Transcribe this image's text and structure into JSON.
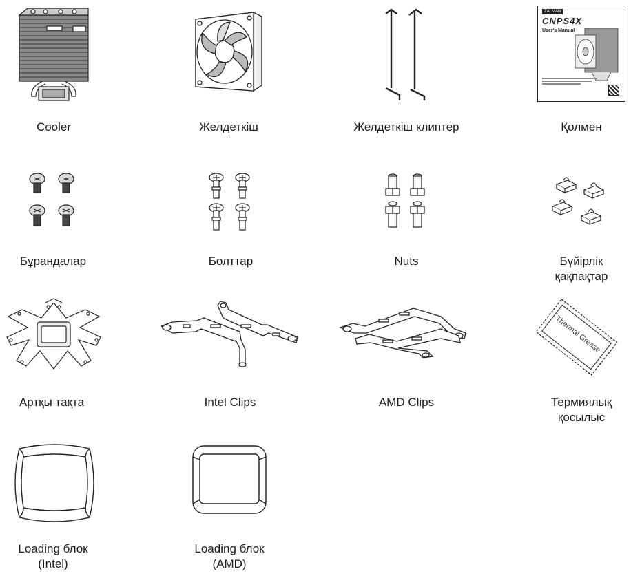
{
  "parts": [
    {
      "id": "cooler",
      "label": [
        "Cooler"
      ]
    },
    {
      "id": "fan",
      "label": [
        "Желдеткіш"
      ]
    },
    {
      "id": "fan-clips",
      "label": [
        "Желдеткіш клиптер"
      ]
    },
    {
      "id": "manual",
      "label": [
        "Қолмен"
      ]
    },
    {
      "id": "screws",
      "label": [
        "Бұрандалар"
      ]
    },
    {
      "id": "bolts",
      "label": [
        "Болттар"
      ]
    },
    {
      "id": "nuts",
      "label": [
        "Nuts"
      ]
    },
    {
      "id": "side-caps",
      "label": [
        "Бүйірлік",
        "қақпақтар"
      ]
    },
    {
      "id": "backplate",
      "label": [
        "Артқы тақта"
      ]
    },
    {
      "id": "intel-clips",
      "label": [
        "Intel Clips"
      ]
    },
    {
      "id": "amd-clips",
      "label": [
        "AMD Clips"
      ]
    },
    {
      "id": "thermal-grease",
      "label": [
        "Термиялық",
        "қосылыс"
      ]
    },
    {
      "id": "loading-block-intel",
      "label": [
        "Loading блок",
        "(Intel)"
      ]
    },
    {
      "id": "loading-block-amd",
      "label": [
        "Loading блок",
        "(AMD)"
      ]
    }
  ],
  "manual_cover": {
    "brand": "ZALMAN",
    "model": "CNPS4X",
    "subtitle": "User's Manual"
  },
  "thermal_grease_text": "Thermal Grease"
}
